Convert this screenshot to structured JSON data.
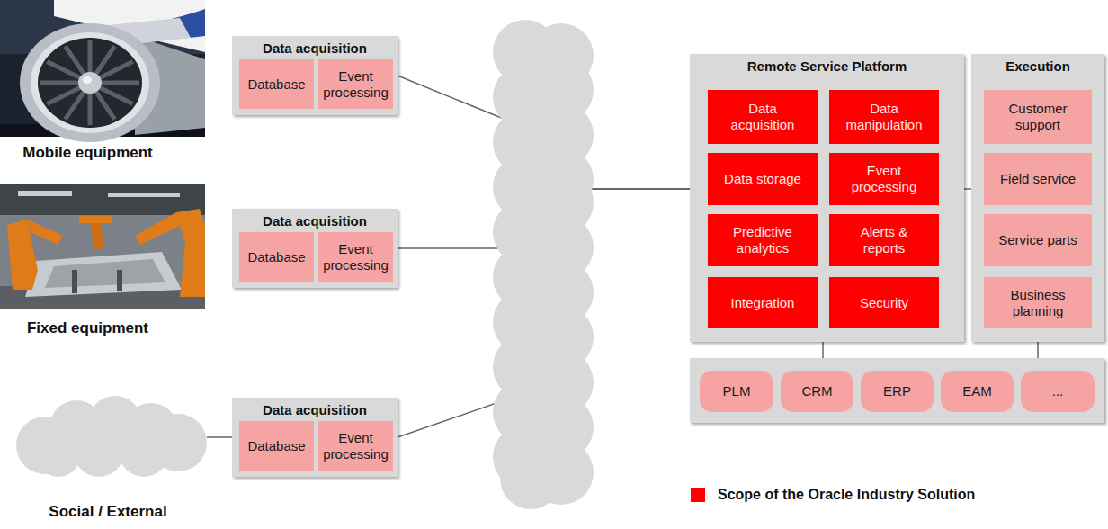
{
  "diagram": {
    "nodes": [
      {
        "text": [
          "Mobile equipment"
        ]
      },
      {
        "text": [
          "Data acquisition"
        ]
      },
      {
        "text": [
          "Database"
        ],
        "in": 1
      },
      {
        "text": [
          "Event processing"
        ],
        "in": 1
      },
      {
        "text": [
          "Fixed equipment"
        ]
      },
      {
        "text": [
          "Data acquisition"
        ]
      },
      {
        "text": [
          "Database"
        ],
        "in": 5
      },
      {
        "text": [
          "Event processing"
        ],
        "in": 5
      },
      {
        "text": [
          "Social / External"
        ]
      },
      {
        "text": [
          "Data acquisition"
        ]
      },
      {
        "text": [
          "Database"
        ],
        "in": 9
      },
      {
        "text": [
          "Event processing"
        ],
        "in": 9
      },
      {
        "text": [
          "Remote Service Platform"
        ]
      },
      {
        "text": [
          "Data acquisition"
        ],
        "in": 12
      },
      {
        "text": [
          "Data manipulation"
        ],
        "in": 12
      },
      {
        "text": [
          "Data storage"
        ],
        "in": 12
      },
      {
        "text": [
          "Event processing"
        ],
        "in": 12
      },
      {
        "text": [
          "Predictive analytics"
        ],
        "in": 12
      },
      {
        "text": [
          "Alerts & reports"
        ],
        "in": 12
      },
      {
        "text": [
          "Integration"
        ],
        "in": 12
      },
      {
        "text": [
          "Security"
        ],
        "in": 12
      },
      {
        "text": [
          "Execution"
        ]
      },
      {
        "text": [
          "Customer support"
        ],
        "in": 21
      },
      {
        "text": [
          "Field service"
        ],
        "in": 21
      },
      {
        "text": [
          "Service parts"
        ],
        "in": 21
      },
      {
        "text": [
          "Business planning"
        ],
        "in": 21
      },
      {
        "text": []
      },
      {
        "text": [
          "PLM"
        ],
        "in": 26
      },
      {
        "text": [
          "CRM"
        ],
        "in": 26
      },
      {
        "text": [
          "ERP"
        ],
        "in": 26
      },
      {
        "text": [
          "EAM"
        ],
        "in": 26
      },
      {
        "text": [
          "..."
        ],
        "in": 26
      }
    ],
    "edges": [
      {
        "from": 8,
        "to": 9,
        "arrow": "none"
      },
      {
        "from": 1,
        "to": 12,
        "arrow": "none"
      },
      {
        "from": 5,
        "to": 12,
        "arrow": "none"
      },
      {
        "from": 9,
        "to": 12,
        "arrow": "none"
      },
      {
        "from": 12,
        "to": 21,
        "arrow": "none"
      },
      {
        "from": 12,
        "to": 26,
        "arrow": "none"
      },
      {
        "from": 21,
        "to": 26,
        "arrow": "none"
      }
    ],
    "legend": [
      {
        "text": "Scope of the Oracle Industry Solution",
        "color": "#ff0000"
      }
    ]
  }
}
